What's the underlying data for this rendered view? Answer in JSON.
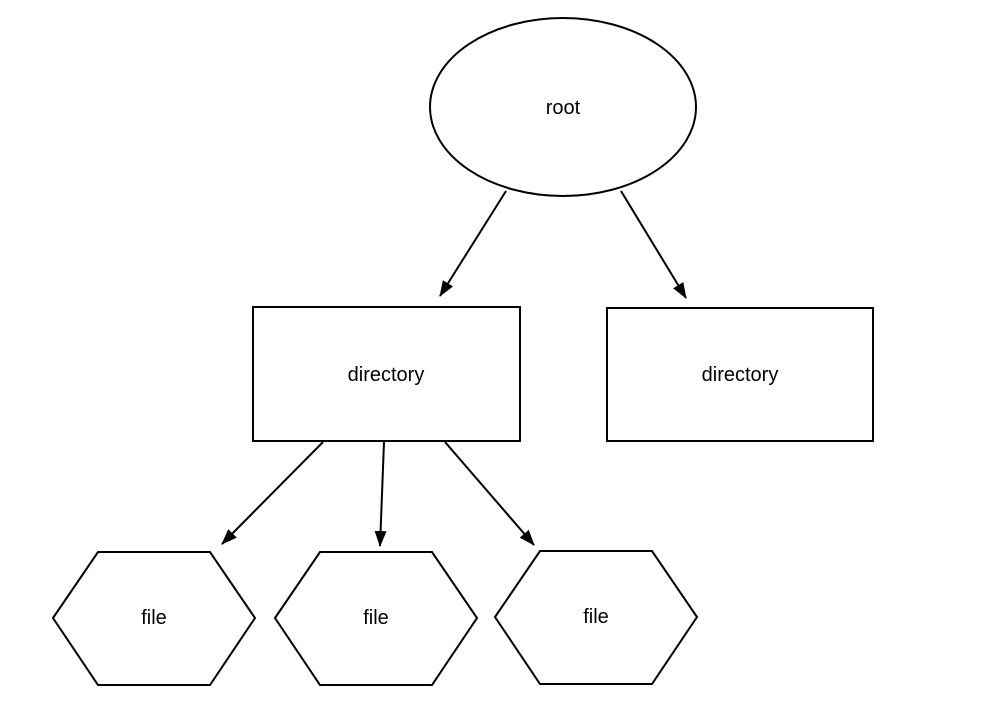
{
  "diagram": {
    "kind": "filesystem-tree-diagram",
    "background_color": "#ffffff",
    "line_color": "#000000",
    "text_color": "#000000",
    "nodes": [
      {
        "id": "root",
        "label": "root",
        "shape": "ellipse"
      },
      {
        "id": "directory-left",
        "label": "directory",
        "shape": "rectangle"
      },
      {
        "id": "directory-right",
        "label": "directory",
        "shape": "rectangle"
      },
      {
        "id": "file-1",
        "label": "file",
        "shape": "hexagon"
      },
      {
        "id": "file-2",
        "label": "file",
        "shape": "hexagon"
      },
      {
        "id": "file-3",
        "label": "file",
        "shape": "hexagon"
      }
    ],
    "edges": [
      {
        "from": "root",
        "to": "directory-left"
      },
      {
        "from": "root",
        "to": "directory-right"
      },
      {
        "from": "directory-left",
        "to": "file-1"
      },
      {
        "from": "directory-left",
        "to": "file-2"
      },
      {
        "from": "directory-left",
        "to": "file-3"
      }
    ]
  }
}
